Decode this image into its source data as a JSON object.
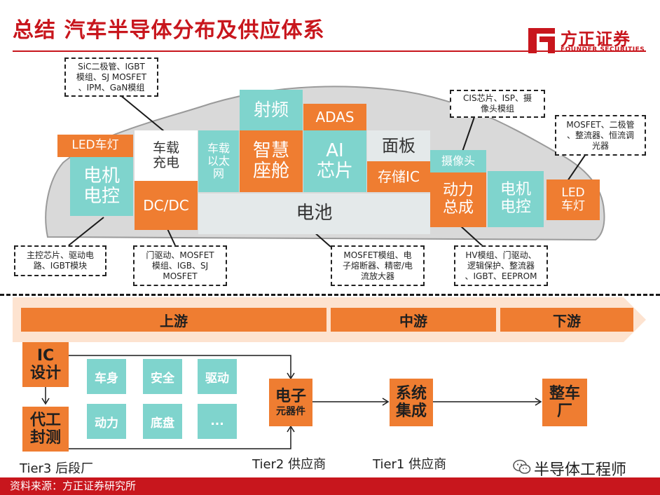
{
  "header": {
    "title": "总结 汽车半导体分布及供应体系",
    "brand_cn": "方正证券",
    "brand_en": "FOUNDER SECURITIES"
  },
  "car": {
    "led_front": "LED车灯",
    "motor_left": "电机\n电控",
    "charger": "车载\n充电",
    "dcdc": "DC/DC",
    "ethernet": "车载\n以太\n网",
    "rf": "射频",
    "cockpit": "智慧\n座舱",
    "adas": "ADAS",
    "ai": "AI\n芯片",
    "panel": "面板",
    "storage": "存储IC",
    "battery": "电池",
    "camera": "摄像头",
    "powertrain": "动力\n总成",
    "motor_right": "电机\n电控",
    "led_rear": "LED\n车灯"
  },
  "notes": {
    "sic": "SiC二极管、IGBT\n模组、SJ MOSFET\n、IPM、GaN模组",
    "main_chip": "主控芯片、驱动电\n路、IGBT模块",
    "gate": "门驱动、MOSFET\n模组、IGB、SJ\nMOSFET",
    "battery_parts": "MOSFET模组、电\n子熔断器、精密/电\n流放大器",
    "cis": "CIS芯片、ISP、摄\n像头模组",
    "led_parts": "MOSFET、二极管\n、整流器、恒流调\n光器",
    "hv": "HV模组、门驱动、\n逻辑保护、整流器\n、IGBT、EEPROM"
  },
  "chain": {
    "upstream": "上游",
    "midstream": "中游",
    "downstream": "下游",
    "ic_design": "IC\n设计",
    "foundry": "代工\n封测",
    "body": "车身",
    "safety": "安全",
    "drive": "驱动",
    "power": "动力",
    "chassis": "底盘",
    "more": "...",
    "electronic": "电子",
    "components": "元器件",
    "system": "系统\n集成",
    "oem": "整车\n厂",
    "tier3": "Tier3 后段厂",
    "tier2": "Tier2 供应商",
    "tier1": "Tier1 供应商"
  },
  "footer": {
    "source": "资料来源：方正证券研究所",
    "wechat": "半导体工程师"
  },
  "colors": {
    "brand_red": "#c8161d",
    "orange": "#ef7d31",
    "teal": "#7fd4cd",
    "car_body": "#d9d9d9"
  }
}
